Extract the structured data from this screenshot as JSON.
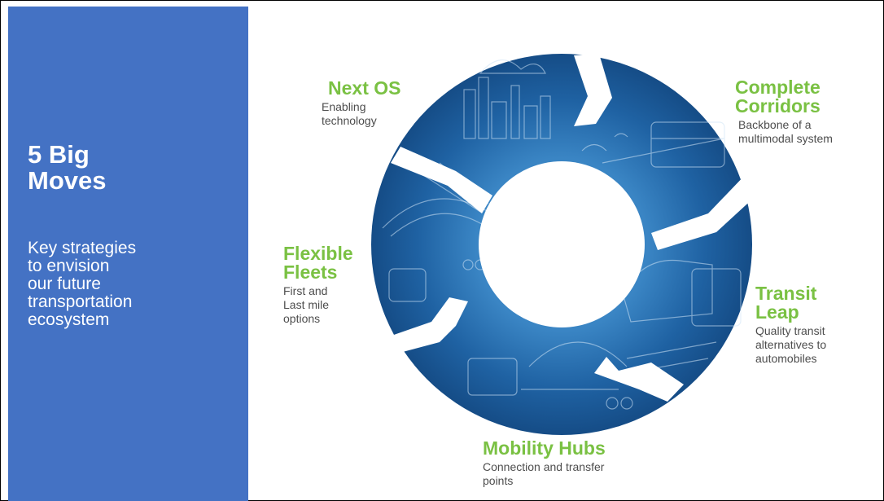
{
  "sidebar": {
    "title_line1": "5 Big",
    "title_line2": "Moves",
    "subtitle_lines": [
      "Key strategies",
      "to envision",
      "our future",
      "transportation",
      "ecosystem"
    ]
  },
  "moves": {
    "next_os": {
      "title": "Next OS",
      "desc_lines": [
        "Enabling",
        "technology"
      ]
    },
    "complete_corridors": {
      "title_lines": [
        "Complete",
        "Corridors"
      ],
      "desc_lines": [
        "Backbone of a",
        "multimodal system"
      ]
    },
    "transit_leap": {
      "title_lines": [
        "Transit",
        "Leap"
      ],
      "desc_lines": [
        "Quality transit",
        "alternatives to",
        "automobiles"
      ]
    },
    "mobility_hubs": {
      "title": "Mobility Hubs",
      "desc_lines": [
        "Connection and transfer",
        "points"
      ]
    },
    "flexible_fleets": {
      "title_lines": [
        "Flexible",
        "Fleets"
      ],
      "desc_lines": [
        "First and",
        "Last mile",
        "options"
      ]
    }
  },
  "colors": {
    "sidebar_bg": "#4472c4",
    "ring_blue": "#1f5f9e",
    "ring_light": "#3c86c4",
    "title_green": "#7ac143",
    "desc_gray": "#4d4d4d"
  }
}
